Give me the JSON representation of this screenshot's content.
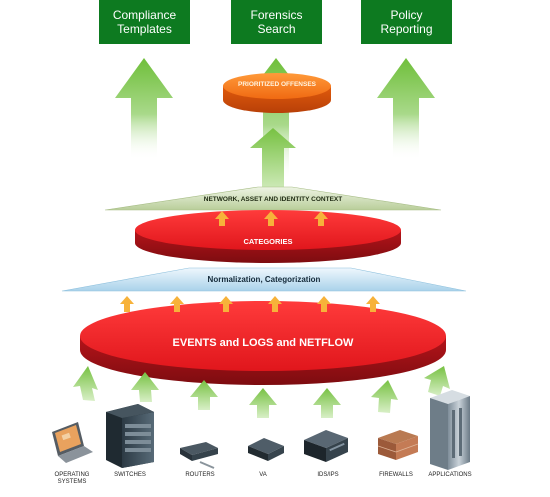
{
  "outputs": [
    {
      "id": "compliance",
      "label": "Compliance\nTemplates"
    },
    {
      "id": "forensics",
      "label": "Forensics\nSearch"
    },
    {
      "id": "policy",
      "label": "Policy\nReporting"
    }
  ],
  "layers": {
    "prioritized_offenses": "PRIORITIZED OFFENSES",
    "context": "NETWORK, ASSET AND IDENTITY CONTEXT",
    "categories": "CATEGORIES",
    "normalization": "Normalization, Categorization",
    "events": "EVENTS and LOGS and NETFLOW"
  },
  "sources": [
    {
      "id": "os",
      "label": "OPERATING\nSYSTEMS",
      "icon": "laptop-icon"
    },
    {
      "id": "switches",
      "label": "SWITCHES",
      "icon": "switch-rack-icon"
    },
    {
      "id": "routers",
      "label": "ROUTERS",
      "icon": "router-icon"
    },
    {
      "id": "va",
      "label": "VA",
      "icon": "va-appliance-icon"
    },
    {
      "id": "idsips",
      "label": "IDS/IPS",
      "icon": "ids-appliance-icon"
    },
    {
      "id": "firewalls",
      "label": "FIREWALLS",
      "icon": "firewall-brick-icon"
    },
    {
      "id": "applications",
      "label": "APPLICATIONS",
      "icon": "server-tower-icon"
    }
  ],
  "colors": {
    "output_box": "#0d7a20",
    "red_disk": "#d8262b",
    "orange_disk": "#ee6a18",
    "arrow_green": "#7cc242",
    "arrow_orange": "#f4a21d"
  }
}
